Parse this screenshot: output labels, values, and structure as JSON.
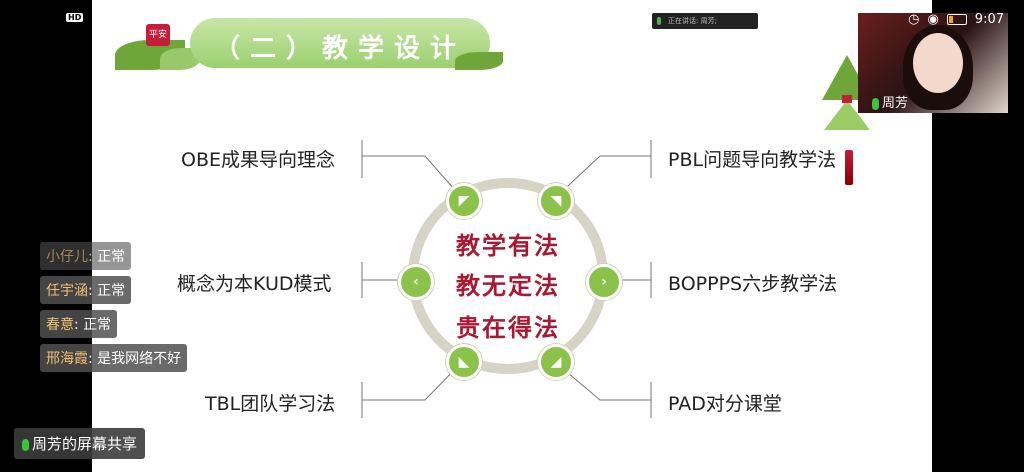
{
  "status_bar": {
    "hd": "HD",
    "time": "9:07"
  },
  "recording": {
    "text": "正在讲话: 周芳;"
  },
  "slide": {
    "title": "（二）教学设计",
    "badge": "平安",
    "labels": {
      "obe": "OBE成果导向理念",
      "pbl": "PBL问题导向教学法",
      "kud": "概念为本KUD模式",
      "boppps": "BOPPPS六步教学法",
      "tbl": "TBL团队学习法",
      "pad": "PAD对分课堂"
    },
    "center": [
      "教学有法",
      "教无定法",
      "贵在得法"
    ]
  },
  "camera": {
    "name": "周芳"
  },
  "chat": [
    {
      "name": "小仔儿",
      "msg": "正常"
    },
    {
      "name": "任宇涵",
      "msg": "正常"
    },
    {
      "name": "春意",
      "msg": "正常"
    },
    {
      "name": "邢海霞",
      "msg": "是我网络不好"
    }
  ],
  "share_label": "周芳的屏幕共享",
  "colors": {
    "accent_green": "#8bc34a",
    "center_text": "#a81830"
  }
}
